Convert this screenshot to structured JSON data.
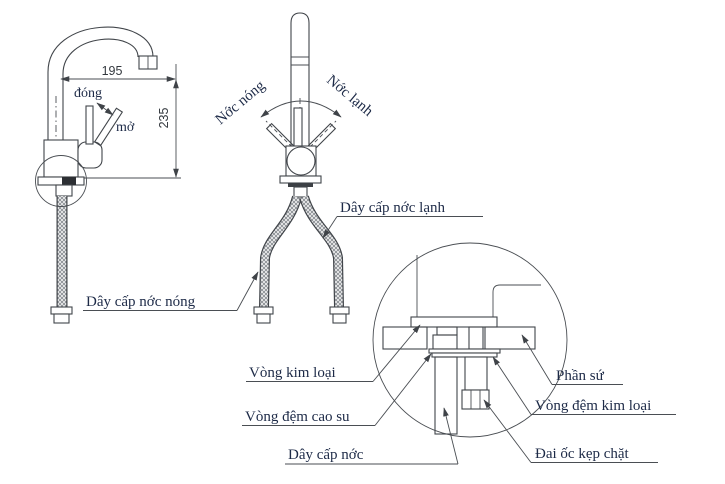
{
  "colors": {
    "line": "#41454a",
    "text": "#1d2a47",
    "hatch": "#5a5e63",
    "background": "#ffffff"
  },
  "side_view": {
    "dim_width": "195",
    "dim_height": "235",
    "close_label": "đóng",
    "open_label": "mở"
  },
  "front_view": {
    "hot_label": "Nớc nóng",
    "cold_label": "Nớc lạnh",
    "hot_hose_label": "Dây cấp nớc nóng",
    "cold_hose_label": "Dây cấp nớc lạnh"
  },
  "detail_view": {
    "metal_ring_label": "Vòng kim loại",
    "ceramic_label": "Phần sứ",
    "rubber_gasket_label": "Vòng đệm cao su",
    "metal_washer_label": "Vòng đệm kim loại",
    "supply_hose_label": "Dây cấp nớc",
    "clamp_nut_label": "Đai ốc kẹp chặt"
  }
}
